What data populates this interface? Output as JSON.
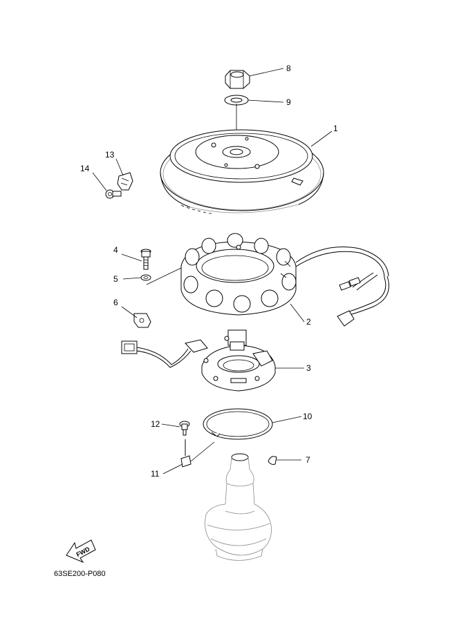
{
  "diagram": {
    "callouts": [
      "1",
      "2",
      "3",
      "4",
      "5",
      "6",
      "7",
      "8",
      "9",
      "10",
      "11",
      "12",
      "13",
      "14"
    ],
    "direction_label": "FWD",
    "figure_code": "63SE200-P080"
  }
}
